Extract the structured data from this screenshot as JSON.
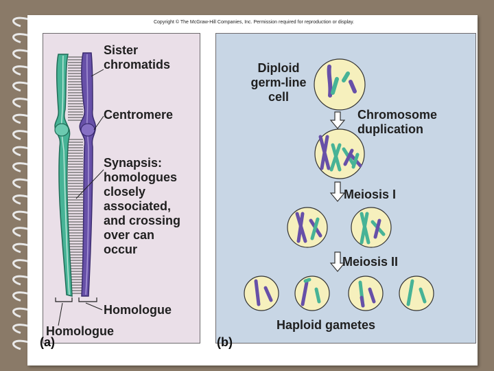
{
  "copyright": "Copyright © The McGraw-Hill Companies, Inc. Permission required for reproduction or display.",
  "panel_a": {
    "letter": "(a)",
    "sister_chromatids": [
      "Sister",
      "chromatids"
    ],
    "centromere": "Centromere",
    "synapsis": [
      "Synapsis:",
      "homologues",
      "closely",
      "associated,",
      "and crossing",
      "over can",
      "occur"
    ],
    "homologue_right": "Homologue",
    "homologue_left": "Homologue"
  },
  "panel_b": {
    "letter": "(b)",
    "diploid": [
      "Diploid",
      "germ-line",
      "cell"
    ],
    "chromosome_duplication": [
      "Chromosome",
      "duplication"
    ],
    "meiosis_1": "Meiosis I",
    "meiosis_2": "Meiosis II",
    "haploid": "Haploid gametes"
  },
  "colors": {
    "green": "#47b396",
    "purple": "#6750a8",
    "cell": "#f6f0bd",
    "panel_a_bg": "#eadfe8",
    "panel_b_bg": "#c8d6e5"
  }
}
